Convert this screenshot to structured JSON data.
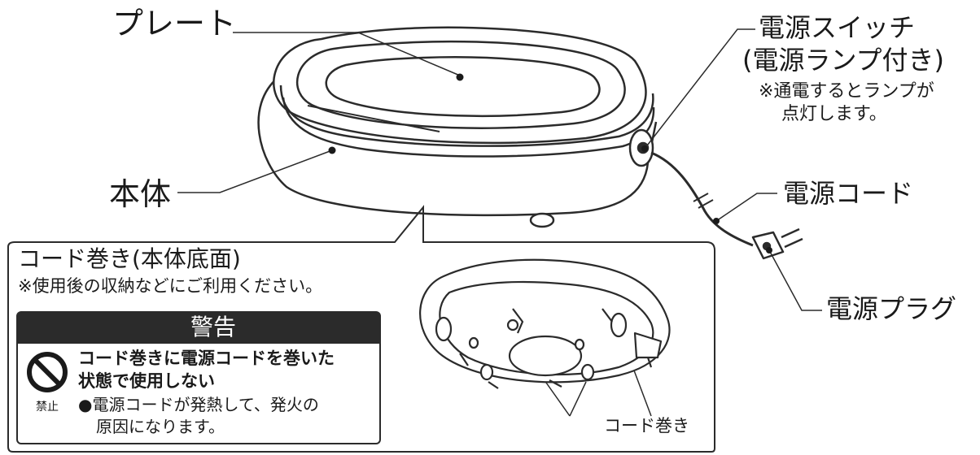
{
  "labels": {
    "plate": "プレート",
    "body": "本体",
    "power_switch_line1": "電源スイッチ",
    "power_switch_line2": "(電源ランプ付き)",
    "power_switch_note_line1": "※通電するとランプが",
    "power_switch_note_line2": "点灯します。",
    "power_cord": "電源コード",
    "power_plug": "電源プラグ"
  },
  "inset": {
    "title": "コード巻き(本体底面)",
    "note": "※使用後の収納などにご利用ください。",
    "cord_winder_label": "コード巻き"
  },
  "warning": {
    "heading": "警告",
    "bold_line1": "コード巻きに電源コードを巻いた",
    "bold_line2": "状態で使用しない",
    "body_line1": "●電源コードが発熱して、発火の",
    "body_line2": "原因になります。",
    "prohibition_caption": "禁止"
  }
}
